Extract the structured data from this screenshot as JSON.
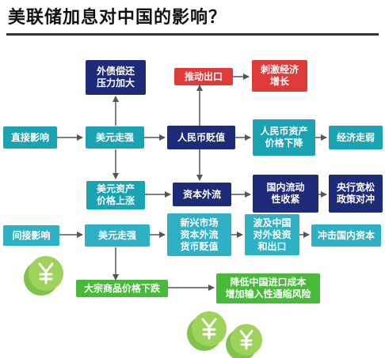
{
  "title": "美联储加息对中国的影响？",
  "nodes": {
    "waizhai": "外债偿还\n压力加大",
    "tuidong": "推动出口",
    "cijing": "刺激经济\n增长",
    "zhijie": "直接影响",
    "meiyuan1": "美元走强",
    "rmb_bianzhi": "人民币贬值",
    "rmb_zichan": "人民币资产\n价格下降",
    "jingji_zouruo": "经济走弱",
    "meiyuan_zichan": "美元资产\n价格上涨",
    "ziben_waiiliu": "资本外流",
    "guonei_liudong": "国内流动\n性收紧",
    "yanghang": "央行宽松\n政策对冲",
    "jianjie": "间接影响",
    "meiyuan2": "美元走强",
    "xinxing": "新兴市场\n资本外流\n货币贬值",
    "boji": "波及中国\n对外投资\n和出口",
    "chongji": "冲击国内资本",
    "dazong": "大宗商品价格下跌",
    "jiangdi": "降低中国进口成本\n增加输入性通缩风险"
  },
  "colors": {
    "teal": "#1aa3b3",
    "navy": "#1d2b78",
    "red": "#e03b3b",
    "green": "#48ba3a",
    "arrow": "#555555"
  },
  "icons": [
    "yuan-coin-icon",
    "yuan-coin-icon",
    "yuan-coin-icon"
  ]
}
